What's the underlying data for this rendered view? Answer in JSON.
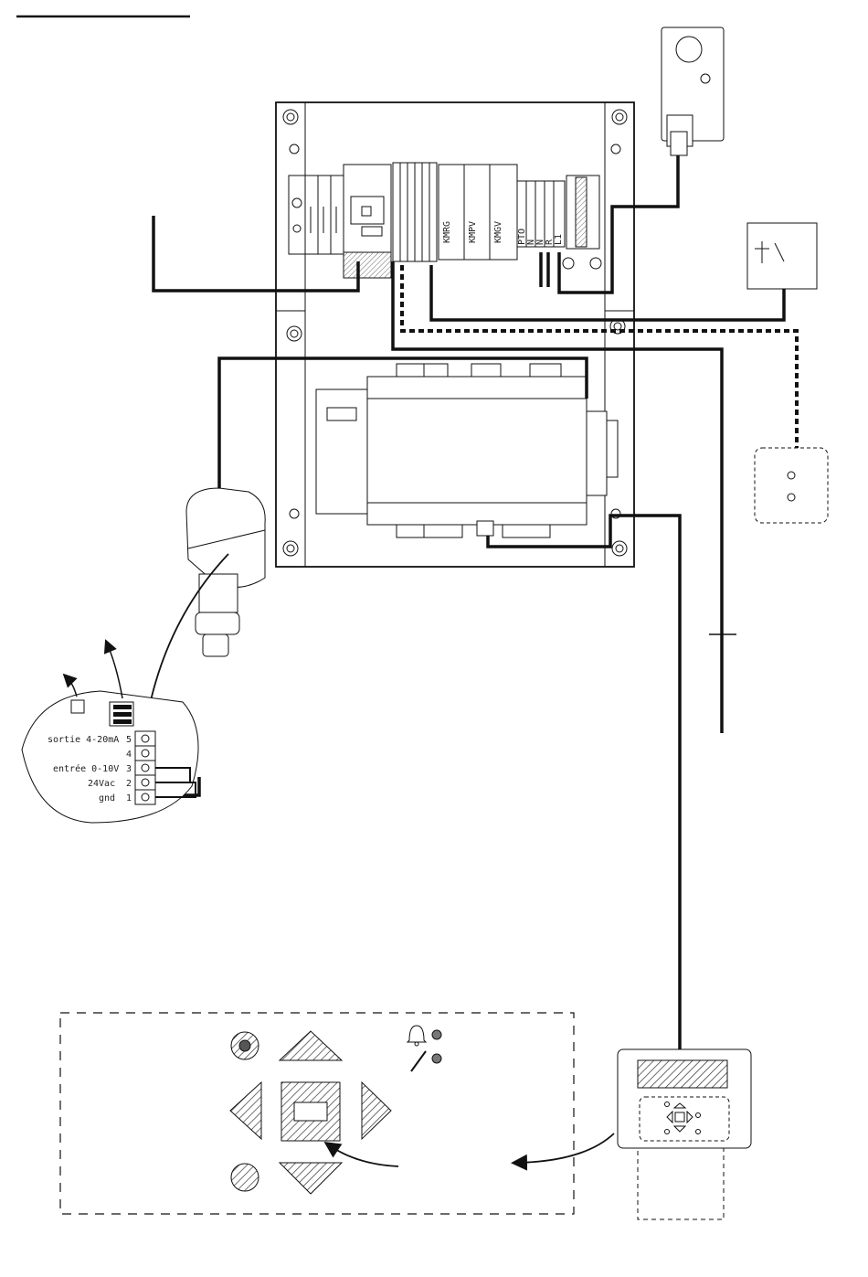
{
  "terminal_block": {
    "rows": [
      {
        "label": "sortie 4-20mA",
        "num": "5"
      },
      {
        "label": "",
        "num": "4"
      },
      {
        "label": "entrée 0-10V",
        "num": "3"
      },
      {
        "label": "24Vac",
        "num": "2"
      },
      {
        "label": "gnd",
        "num": "1"
      }
    ]
  },
  "relays": [
    {
      "label": "KMRG"
    },
    {
      "label": "KMPV"
    },
    {
      "label": "KMGV"
    }
  ],
  "power_terminals": [
    "PTO",
    "N",
    "N",
    "R",
    "L1"
  ],
  "colors": {
    "line": "#111111",
    "hatch": "#333333",
    "panel": "#ffffff"
  }
}
